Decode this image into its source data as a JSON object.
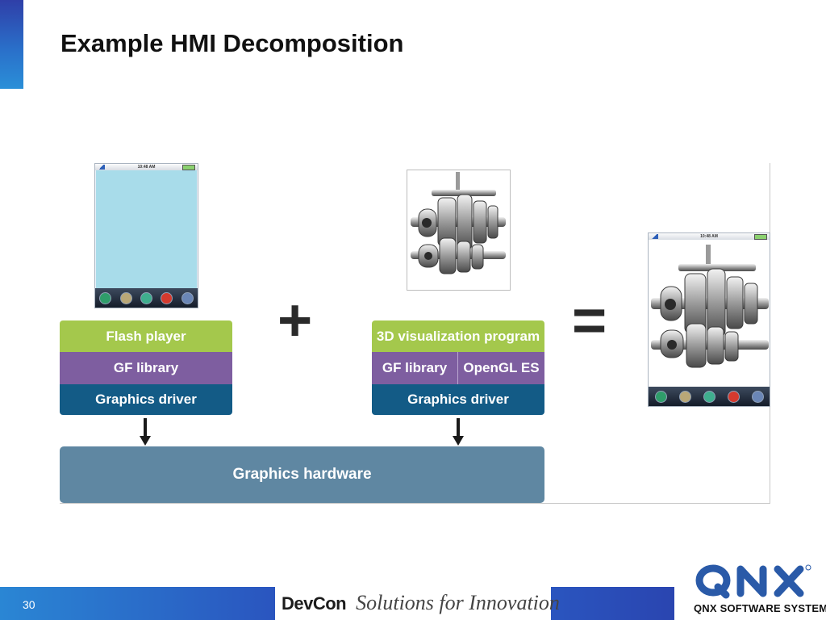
{
  "slide": {
    "title": "Example HMI Decomposition",
    "page_number": "30"
  },
  "diagram": {
    "left_stack": [
      "Flash player",
      "GF library",
      "Graphics driver"
    ],
    "right_stack": {
      "top": "3D visualization program",
      "middle_left": "GF library",
      "middle_right": "OpenGL ES",
      "bottom": "Graphics driver"
    },
    "hardware": "Graphics hardware",
    "plus_sign": "+",
    "equals_sign": "=",
    "phone_status_time": "10:48 AM"
  },
  "footer": {
    "event_word": "DevCon",
    "tagline": "Solutions for Innovation",
    "company": "QNX SOFTWARE SYSTEMS"
  },
  "colors": {
    "flash_green": "#a4c84c",
    "gf_purple": "#7e5ea0",
    "driver_blue": "#135b86",
    "hardware_blue": "#5f87a2",
    "footer_blue": "#2a4fb8",
    "qnx_blue": "#2a5aa8"
  },
  "icons": [
    "phone-screen-icon",
    "gear-assembly-icon",
    "down-arrow-icon",
    "qnx-logo-icon"
  ]
}
